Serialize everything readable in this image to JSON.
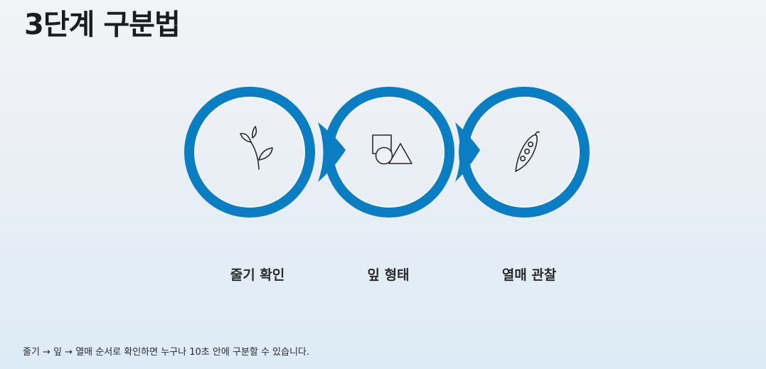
{
  "title": "3단계 구분법",
  "accent_color": "#0a7ec2",
  "steps": [
    {
      "label": "줄기 확인",
      "icon": "sprout-icon"
    },
    {
      "label": "잎 형태",
      "icon": "shapes-icon"
    },
    {
      "label": "열매 관찰",
      "icon": "pea-pod-icon"
    }
  ],
  "footnote": "줄기 → 잎 → 열매 순서로 확인하면 누구나 10초 안에 구분할 수 있습니다."
}
